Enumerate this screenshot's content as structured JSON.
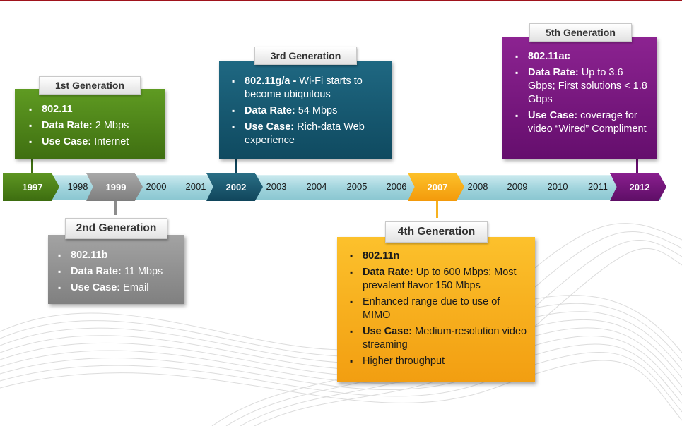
{
  "colors": {
    "gen1": "#4f8618",
    "gen2": "#909090",
    "gen3": "#175a73",
    "gen4": "#f7ad1a",
    "gen5": "#7a1880",
    "timeline": "#a7d7df",
    "accent": "#a0131c"
  },
  "timeline": {
    "years": [
      "1997",
      "1998",
      "1999",
      "2000",
      "2001",
      "2002",
      "2003",
      "2004",
      "2005",
      "2006",
      "2007",
      "2008",
      "2009",
      "2010",
      "2011",
      "2012"
    ]
  },
  "generations": [
    {
      "title": "1st Generation",
      "year": "1997",
      "items": [
        {
          "bold": "802.11",
          "text": ""
        },
        {
          "bold": "Data Rate:",
          "text": " 2 Mbps"
        },
        {
          "bold": "Use Case:",
          "text": "  Internet"
        }
      ]
    },
    {
      "title": "2nd Generation",
      "year": "1999",
      "items": [
        {
          "bold": "802.11b",
          "text": ""
        },
        {
          "bold": "Data Rate:",
          "text": " 11 Mbps"
        },
        {
          "bold": "Use Case:",
          "text": " Email"
        }
      ]
    },
    {
      "title": "3rd Generation",
      "year": "2002",
      "items": [
        {
          "bold": "802.11g/a -",
          "text": " Wi-Fi starts to become ubiquitous"
        },
        {
          "bold": "Data Rate:",
          "text": " 54 Mbps"
        },
        {
          "bold": "Use Case:",
          "text": " Rich-data Web experience"
        }
      ]
    },
    {
      "title": "4th Generation",
      "year": "2007",
      "items": [
        {
          "bold": "802.11n",
          "text": ""
        },
        {
          "bold": "Data Rate:",
          "text": " Up to 600 Mbps; Most prevalent flavor 150 Mbps"
        },
        {
          "bold": "",
          "text": "Enhanced range due to use of MIMO"
        },
        {
          "bold": "Use Case:",
          "text": " Medium-resolution video streaming"
        },
        {
          "bold": "",
          "text": "Higher throughput"
        }
      ]
    },
    {
      "title": "5th Generation",
      "year": "2012",
      "items": [
        {
          "bold": "802.11ac",
          "text": ""
        },
        {
          "bold": "Data Rate:",
          "text": " Up to 3.6 Gbps; First solutions < 1.8 Gbps"
        },
        {
          "bold": "Use Case:",
          "text": " coverage for video “Wired” Compliment"
        }
      ]
    }
  ]
}
